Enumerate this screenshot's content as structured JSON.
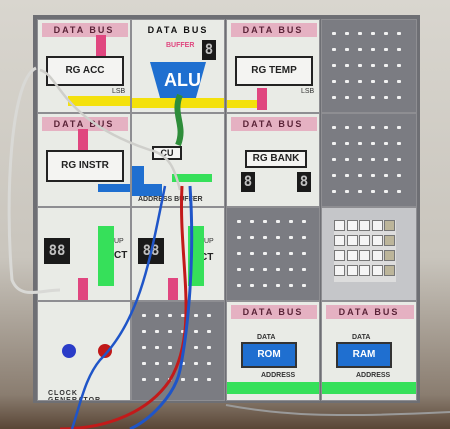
{
  "modules": {
    "rg_acc": {
      "bus": "DATA BUS",
      "label": "RG ACC",
      "lsb": "LSB"
    },
    "alu": {
      "bus": "DATA BUS",
      "buffer": "BUFFER",
      "label": "ALU"
    },
    "rg_temp": {
      "bus": "DATA BUS",
      "label": "RG TEMP",
      "lsb": "LSB"
    },
    "rg_instr": {
      "bus": "DATA BUS",
      "label": "RG INSTR"
    },
    "cu": {
      "label": "CU",
      "address_buffer": "ADDRESS BUFFER"
    },
    "rg_bank": {
      "bus": "DATA BUS",
      "label": "RG BANK"
    },
    "counter1": {
      "label": "CT",
      "up": "UP"
    },
    "counter2": {
      "label": "CT",
      "up": "UP"
    },
    "rom": {
      "bus": "DATA BUS",
      "data": "DATA",
      "label": "ROM",
      "address": "ADDRESS"
    },
    "ram": {
      "bus": "DATA BUS",
      "data": "DATA",
      "label": "RAM",
      "address": "ADDRESS"
    },
    "clock": {
      "label": "CLOCK GENERATOR"
    }
  },
  "colors": {
    "bus_pink": "#e0467f",
    "bus_green": "#36e05a",
    "bus_yellow": "#f4e10c",
    "bus_blue": "#1f6fd0"
  }
}
